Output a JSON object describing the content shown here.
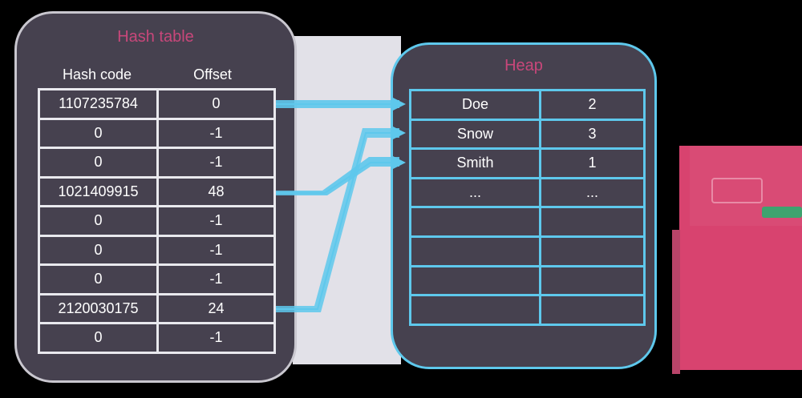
{
  "hash_table": {
    "title": "Hash table",
    "columns": [
      "Hash code",
      "Offset"
    ],
    "rows": [
      {
        "hash": "1107235784",
        "offset": "0"
      },
      {
        "hash": "0",
        "offset": "-1"
      },
      {
        "hash": "0",
        "offset": "-1"
      },
      {
        "hash": "1021409915",
        "offset": "48"
      },
      {
        "hash": "0",
        "offset": "-1"
      },
      {
        "hash": "0",
        "offset": "-1"
      },
      {
        "hash": "0",
        "offset": "-1"
      },
      {
        "hash": "2120030175",
        "offset": "24"
      },
      {
        "hash": "0",
        "offset": "-1"
      }
    ]
  },
  "heap": {
    "title": "Heap",
    "rows": [
      {
        "name": "Doe",
        "value": "2"
      },
      {
        "name": "Snow",
        "value": "3"
      },
      {
        "name": "Smith",
        "value": "1"
      },
      {
        "name": "...",
        "value": "..."
      },
      {
        "name": "",
        "value": ""
      },
      {
        "name": "",
        "value": ""
      },
      {
        "name": "",
        "value": ""
      },
      {
        "name": "",
        "value": ""
      }
    ]
  },
  "colors": {
    "panel_fill": "#46414f",
    "title_pink": "#c8477a",
    "arrow_cyan": "#5ec8ec",
    "accent_pink": "#d8436f",
    "accent_green": "#3ea36f"
  }
}
